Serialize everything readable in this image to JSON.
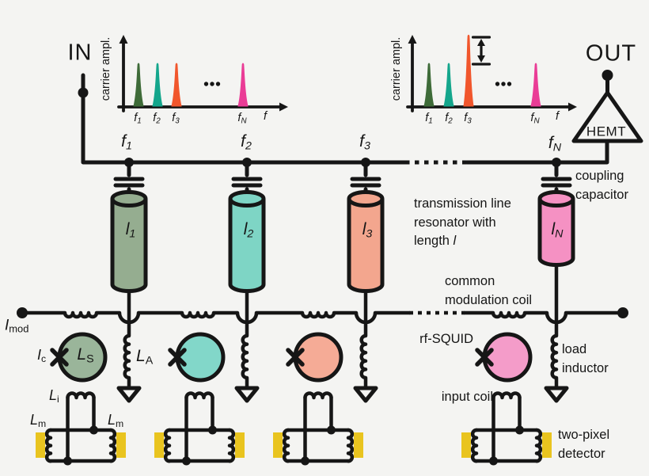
{
  "background": "#f4f4f2",
  "ink": "#161616",
  "ports": {
    "in_label": "IN",
    "out_label": "OUT",
    "amplifier_label": "HEMT"
  },
  "symbols": {
    "imod": {
      "base": "I",
      "sub": "mod"
    },
    "ic": {
      "base": "I",
      "sub": "c"
    },
    "ls": {
      "base": "L",
      "sub": "S"
    },
    "la": {
      "base": "L",
      "sub": "A"
    },
    "li": {
      "base": "L",
      "sub": "i"
    },
    "lm_left": {
      "base": "L",
      "sub": "m"
    },
    "lm_right": {
      "base": "L",
      "sub": "m"
    }
  },
  "annotations": {
    "coupling_capacitor": {
      "line1": "coupling",
      "line2": "capacitor"
    },
    "resonator_note": {
      "line1": "transmission line",
      "line2": "resonator with",
      "line3_text": "length ",
      "line3_var": "l"
    },
    "modulation_coil": {
      "line1": "common",
      "line2": "modulation coil"
    },
    "rf_squid": "rf-SQUID",
    "load_inductor": {
      "line1": "load",
      "line2": "inductor"
    },
    "input_coil": "input coil",
    "two_pixel_detector": {
      "line1": "two-pixel",
      "line2": "detector"
    }
  },
  "channels": [
    {
      "node_label": {
        "base": "f",
        "sub": "1"
      },
      "resonator_label": {
        "base": "l",
        "sub": "1"
      },
      "resonator_color": "#95ad90",
      "squid_color": "#9ab59a"
    },
    {
      "node_label": {
        "base": "f",
        "sub": "2"
      },
      "resonator_label": {
        "base": "l",
        "sub": "2"
      },
      "resonator_color": "#7ed5c5",
      "squid_color": "#82d7c9"
    },
    {
      "node_label": {
        "base": "f",
        "sub": "3"
      },
      "resonator_label": {
        "base": "l",
        "sub": "3"
      },
      "resonator_color": "#f3a68e",
      "squid_color": "#f5ab96"
    },
    {
      "node_label": {
        "base": "f",
        "sub": "N"
      },
      "resonator_label": {
        "base": "l",
        "sub": "N"
      },
      "resonator_color": "#f591c3",
      "squid_color": "#f49cc9"
    }
  ],
  "detector_color": "#e9c41f",
  "chart_data": [
    {
      "id": "input_spectrum",
      "type": "area",
      "ylabel": "carrier ampl.",
      "xlabel": "f",
      "x_tick_labels": [
        {
          "base": "f",
          "sub": "1"
        },
        {
          "base": "f",
          "sub": "2"
        },
        {
          "base": "f",
          "sub": "3"
        },
        {
          "base": "f",
          "sub": "N"
        }
      ],
      "ellipsis": "...",
      "peaks": [
        {
          "amplitude": 1.0,
          "color": "#3e6b38"
        },
        {
          "amplitude": 1.0,
          "color": "#14a68c"
        },
        {
          "amplitude": 1.0,
          "color": "#f1562c"
        },
        {
          "amplitude": 1.0,
          "color": "#ea3c96"
        }
      ],
      "annotation": null
    },
    {
      "id": "output_spectrum",
      "type": "area",
      "ylabel": "carrier ampl.",
      "xlabel": "f",
      "x_tick_labels": [
        {
          "base": "f",
          "sub": "1"
        },
        {
          "base": "f",
          "sub": "2"
        },
        {
          "base": "f",
          "sub": "3"
        },
        {
          "base": "f",
          "sub": "N"
        }
      ],
      "ellipsis": "...",
      "peaks": [
        {
          "amplitude": 1.0,
          "color": "#3e6b38"
        },
        {
          "amplitude": 1.0,
          "color": "#14a68c"
        },
        {
          "amplitude": 1.65,
          "color": "#f1562c"
        },
        {
          "amplitude": 1.0,
          "color": "#ea3c96"
        }
      ],
      "annotation": {
        "type": "double-arrow",
        "at_peak_index": 2
      }
    }
  ]
}
